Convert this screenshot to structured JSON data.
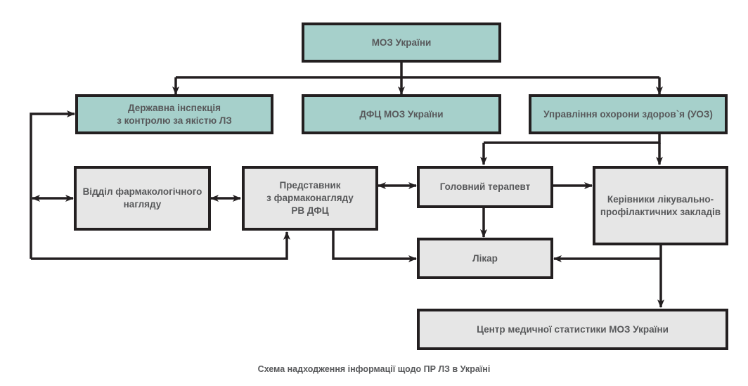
{
  "diagram": {
    "title_caption": "Схема надходження інформації щодо ПР ЛЗ в Україні",
    "colors": {
      "top_level_fill": "#a6d0cb",
      "lower_level_fill": "#e6e6e6",
      "line": "#231f20",
      "text": "#58595b"
    },
    "nodes": {
      "moz": "МОЗ України",
      "state_inspection": "Державна інспекція\nз контролю за якістю ЛЗ",
      "dfc": "ДФЦ МОЗ України",
      "uoz": "Управління охорони здоров`я (УОЗ)",
      "pharmacology_dept": "Відділ фармакологічного\nнагляду",
      "representative": "Представник\nз фармаконагляду\nРВ ДФЦ",
      "chief_therapist": "Головний терапевт",
      "facility_heads": "Керівники лікувально-\nпрофілактичних закладів",
      "doctor": "Лікар",
      "stats_center": "Центр медичної статистики МОЗ України"
    },
    "edges": [
      {
        "from": "moz",
        "to": "state_inspection",
        "type": "directed"
      },
      {
        "from": "moz",
        "to": "dfc",
        "type": "directed"
      },
      {
        "from": "moz",
        "to": "uoz",
        "type": "directed"
      },
      {
        "from": "uoz",
        "to": "chief_therapist",
        "type": "directed"
      },
      {
        "from": "uoz",
        "to": "facility_heads",
        "type": "directed"
      },
      {
        "from": "pharmacology_dept",
        "to": "state_inspection",
        "type": "bidirectional"
      },
      {
        "from": "pharmacology_dept",
        "to": "representative",
        "type": "bidirectional"
      },
      {
        "from": "representative",
        "to": "chief_therapist",
        "type": "bidirectional"
      },
      {
        "from": "state_inspection",
        "to": "representative",
        "type": "directed"
      },
      {
        "from": "chief_therapist",
        "to": "facility_heads",
        "type": "directed"
      },
      {
        "from": "chief_therapist",
        "to": "doctor",
        "type": "directed"
      },
      {
        "from": "representative",
        "to": "doctor",
        "type": "directed"
      },
      {
        "from": "facility_heads",
        "to": "doctor",
        "type": "directed"
      },
      {
        "from": "facility_heads",
        "to": "stats_center",
        "type": "directed"
      }
    ]
  }
}
